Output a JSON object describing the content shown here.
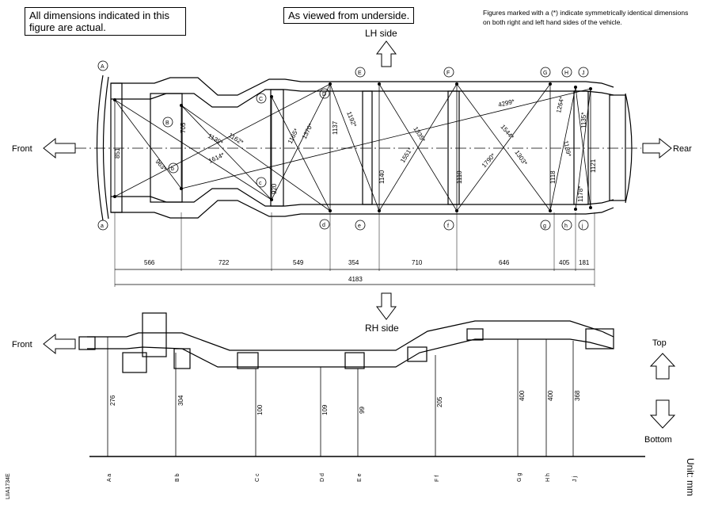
{
  "notes": {
    "actual_dims": "All dimensions indicated in this figure are actual.",
    "viewed_from": "As viewed from underside.",
    "symmetric": "Figures marked with a (*) indicate symmetrically identical dimensions on both right and left hand sides of the vehicle."
  },
  "directions": {
    "lh_side": "LH side",
    "rh_side": "RH side",
    "front": "Front",
    "rear": "Rear",
    "front2": "Front",
    "top": "Top",
    "bottom": "Bottom"
  },
  "unit": "Unit: mm",
  "figure_id": "LIIA1734E",
  "top_view": {
    "points_upper": [
      "A",
      "B",
      "C",
      "D",
      "E",
      "F",
      "G",
      "H",
      "J"
    ],
    "points_lower": [
      "a",
      "b",
      "c",
      "d",
      "e",
      "f",
      "g",
      "h",
      "j"
    ],
    "diagonals": [
      "1139*",
      "1162*",
      "1165*",
      "1370*",
      "1192*",
      "1335*",
      "1551*",
      "1544*",
      "1790*",
      "1303*",
      "4299*",
      "1264*",
      "1189*",
      "1135*",
      "1178*",
      "963*",
      "1614*"
    ],
    "widths": [
      "851",
      "705",
      "920",
      "1137",
      "1140",
      "1110",
      "1118",
      "1121"
    ],
    "spans": [
      "566",
      "722",
      "549",
      "354",
      "710",
      "646",
      "405",
      "181"
    ],
    "total": "4183"
  },
  "side_view": {
    "heights": [
      "276",
      "304",
      "100",
      "109",
      "99",
      "205",
      "400",
      "400",
      "368"
    ],
    "points": [
      "A a",
      "B b",
      "C c",
      "D d",
      "E e",
      "F f",
      "G g",
      "H h",
      "J j"
    ]
  }
}
